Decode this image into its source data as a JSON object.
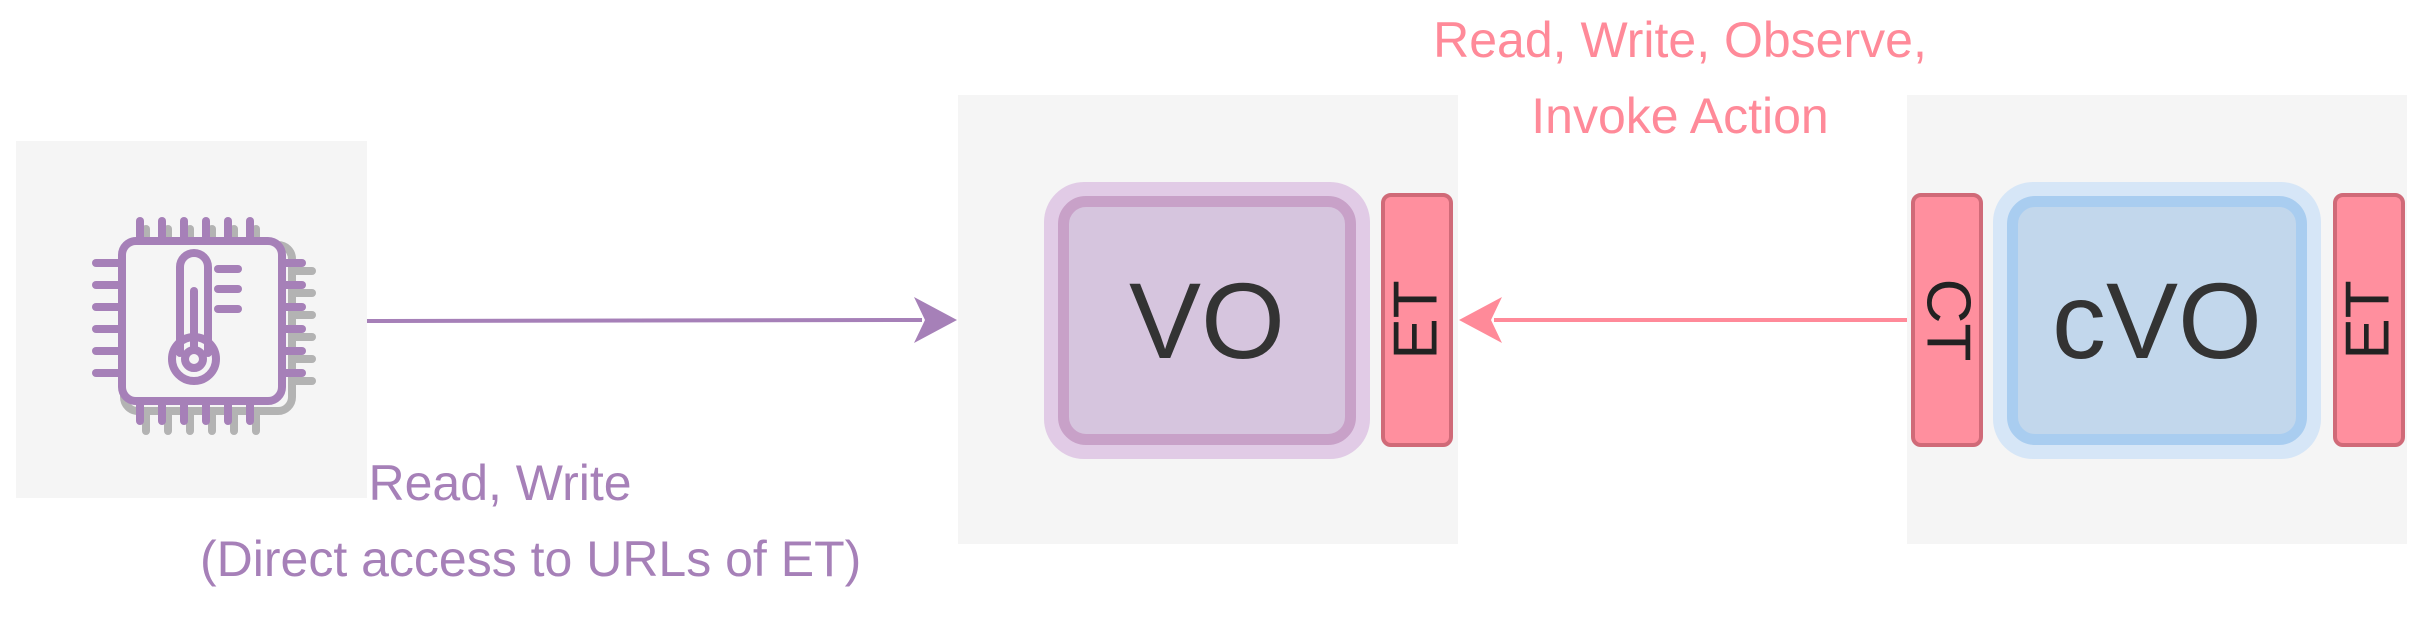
{
  "diagram": {
    "device_icon": "thermometer-chip-icon",
    "vo": {
      "label": "VO",
      "et_tag": "ET"
    },
    "cvo": {
      "label": "cVO",
      "ct_tag": "CT",
      "et_tag": "ET"
    },
    "edge_device_to_vo": {
      "line1": "Read, Write",
      "line2": "(Direct access to URLs of ET)"
    },
    "edge_cvo_to_vo": {
      "line1": "Read, Write, Observe,",
      "line2": "Invoke Action"
    },
    "colors": {
      "purple": "#a680b8",
      "pink": "#ff8a99",
      "vo_fill": "#d6c5de",
      "cvo_fill": "#c2d7ec",
      "tag_fill": "#ff8f9e",
      "panel_bg": "#f5f5f5"
    }
  }
}
